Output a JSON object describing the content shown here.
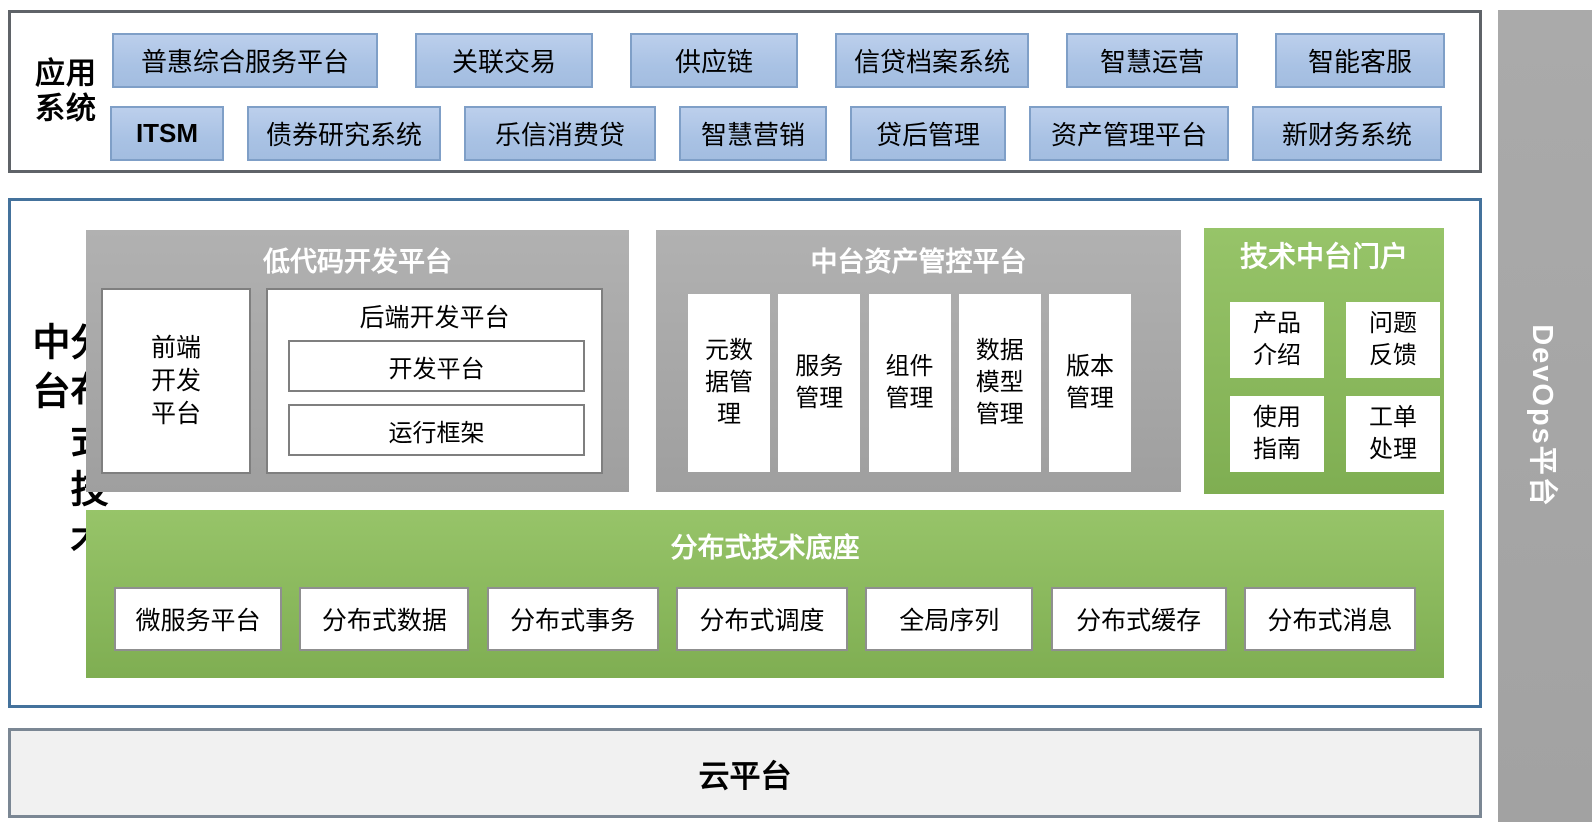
{
  "colors": {
    "blue_box_fill": "#aec6e8",
    "blue_box_border": "#7f9fc7",
    "gray_panel": "#a7a7a7",
    "green_panel": "#8cba5f",
    "top_border": "#5f6368",
    "middle_border": "#44729c",
    "cloud_fill": "#f1f1f1",
    "cloud_border": "#7b8794",
    "devops_fill": "#a6a6a6"
  },
  "app_systems": {
    "label": "应用\n系统",
    "row1": [
      "普惠综合服务平台",
      "关联交易",
      "供应链",
      "信贷档案系统",
      "智慧运营",
      "智能客服"
    ],
    "row2": [
      "ITSM",
      "债券研究系统",
      "乐信消费贷",
      "智慧营销",
      "贷后管理",
      "资产管理平台",
      "新财务系统"
    ]
  },
  "middle_platform": {
    "side_label": "分布式技术中台",
    "low_code": {
      "title": "低代码开发平台",
      "frontend_label": "前端开发平台",
      "backend": {
        "title": "后端开发平台",
        "items": [
          "开发平台",
          "运行框架"
        ]
      }
    },
    "asset_mgmt": {
      "title": "中台资产管控平台",
      "items": [
        "元数据管理",
        "服务管理",
        "组件管理",
        "数据模型管理",
        "版本管理"
      ]
    },
    "portal": {
      "title": "技术中台门户",
      "items": [
        "产品介绍",
        "问题反馈",
        "使用指南",
        "工单处理"
      ]
    },
    "tech_base": {
      "title": "分布式技术底座",
      "items": [
        "微服务平台",
        "分布式数据",
        "分布式事务",
        "分布式调度",
        "全局序列",
        "分布式缓存",
        "分布式消息"
      ]
    }
  },
  "devops_label": "DevOps平台",
  "cloud_label": "云平台"
}
